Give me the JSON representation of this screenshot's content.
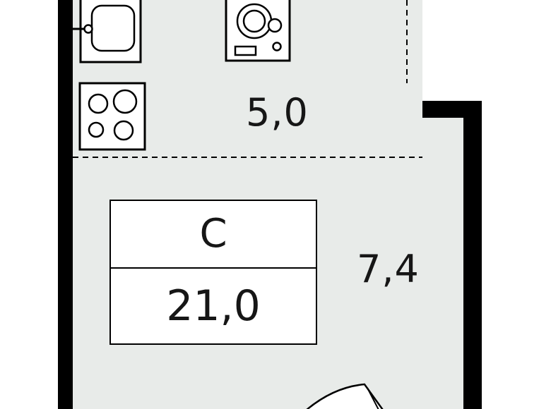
{
  "plan": {
    "kind": "apartment-floor-plan",
    "labels": {
      "kitchen_area": "5,0",
      "studio_type": "С",
      "studio_area": "21,0",
      "adjacent_area": "7,4"
    },
    "zones": [
      {
        "id": "kitchen",
        "area": "5,0"
      },
      {
        "id": "studio",
        "type": "С",
        "area": "21,0"
      },
      {
        "id": "adjacent-room",
        "area": "7,4"
      }
    ],
    "fixtures": [
      "sink-icon",
      "washing-machine-icon",
      "stove-icon",
      "door-swing-icon"
    ],
    "colors": {
      "wall": "#000000",
      "floor": "#e8ebe9",
      "fixture_fill": "#ffffff",
      "text": "#161616"
    }
  }
}
